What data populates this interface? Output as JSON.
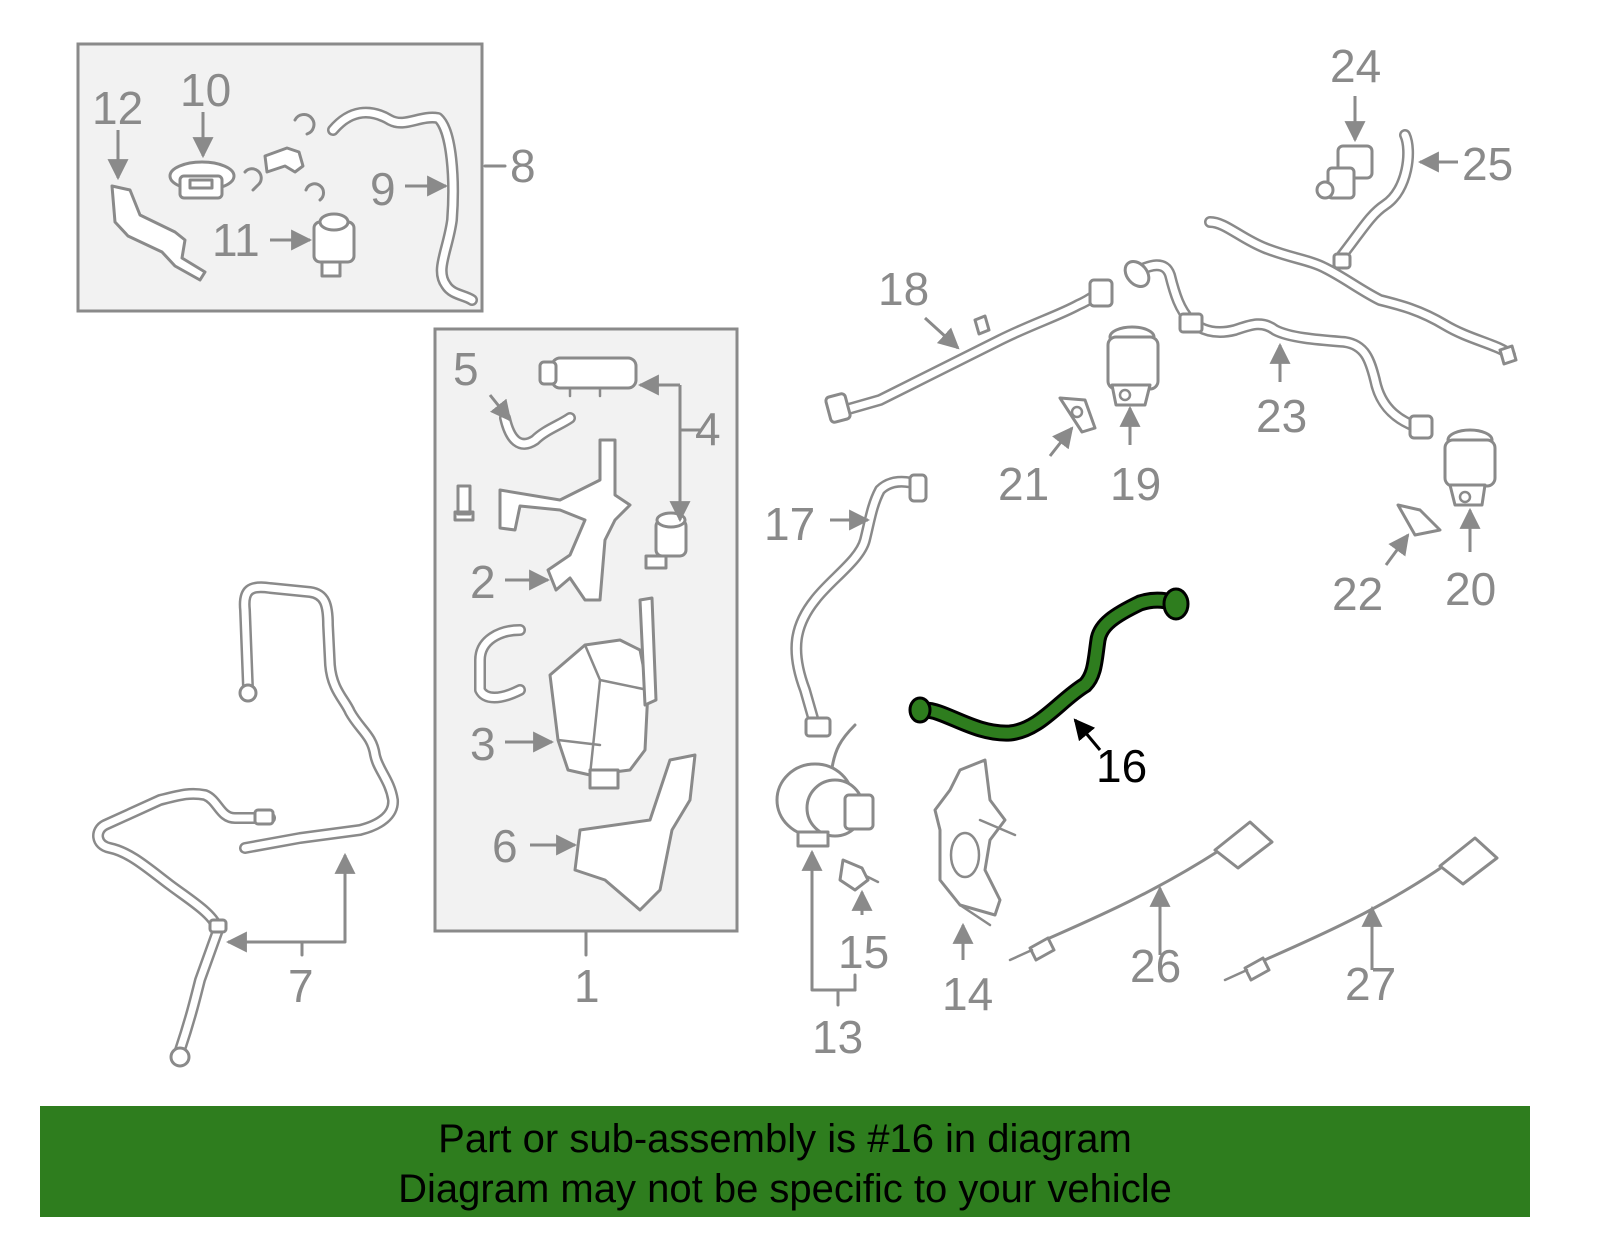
{
  "diagram": {
    "highlighted_part": "16",
    "highlight_color": "#2e7d1e",
    "line_color": "#8a8a8a",
    "labels": {
      "l1": "1",
      "l2": "2",
      "l3": "3",
      "l4": "4",
      "l5": "5",
      "l6": "6",
      "l7": "7",
      "l8": "8",
      "l9": "9",
      "l10": "10",
      "l11": "11",
      "l12": "12",
      "l13": "13",
      "l14": "14",
      "l15": "15",
      "l16": "16",
      "l17": "17",
      "l18": "18",
      "l19": "19",
      "l20": "20",
      "l21": "21",
      "l22": "22",
      "l23": "23",
      "l24": "24",
      "l25": "25",
      "l26": "26",
      "l27": "27"
    }
  },
  "banner": {
    "line1": "Part or sub-assembly is #16 in diagram",
    "line2": "Diagram may not be specific to your vehicle",
    "background": "#2e7d1e"
  }
}
